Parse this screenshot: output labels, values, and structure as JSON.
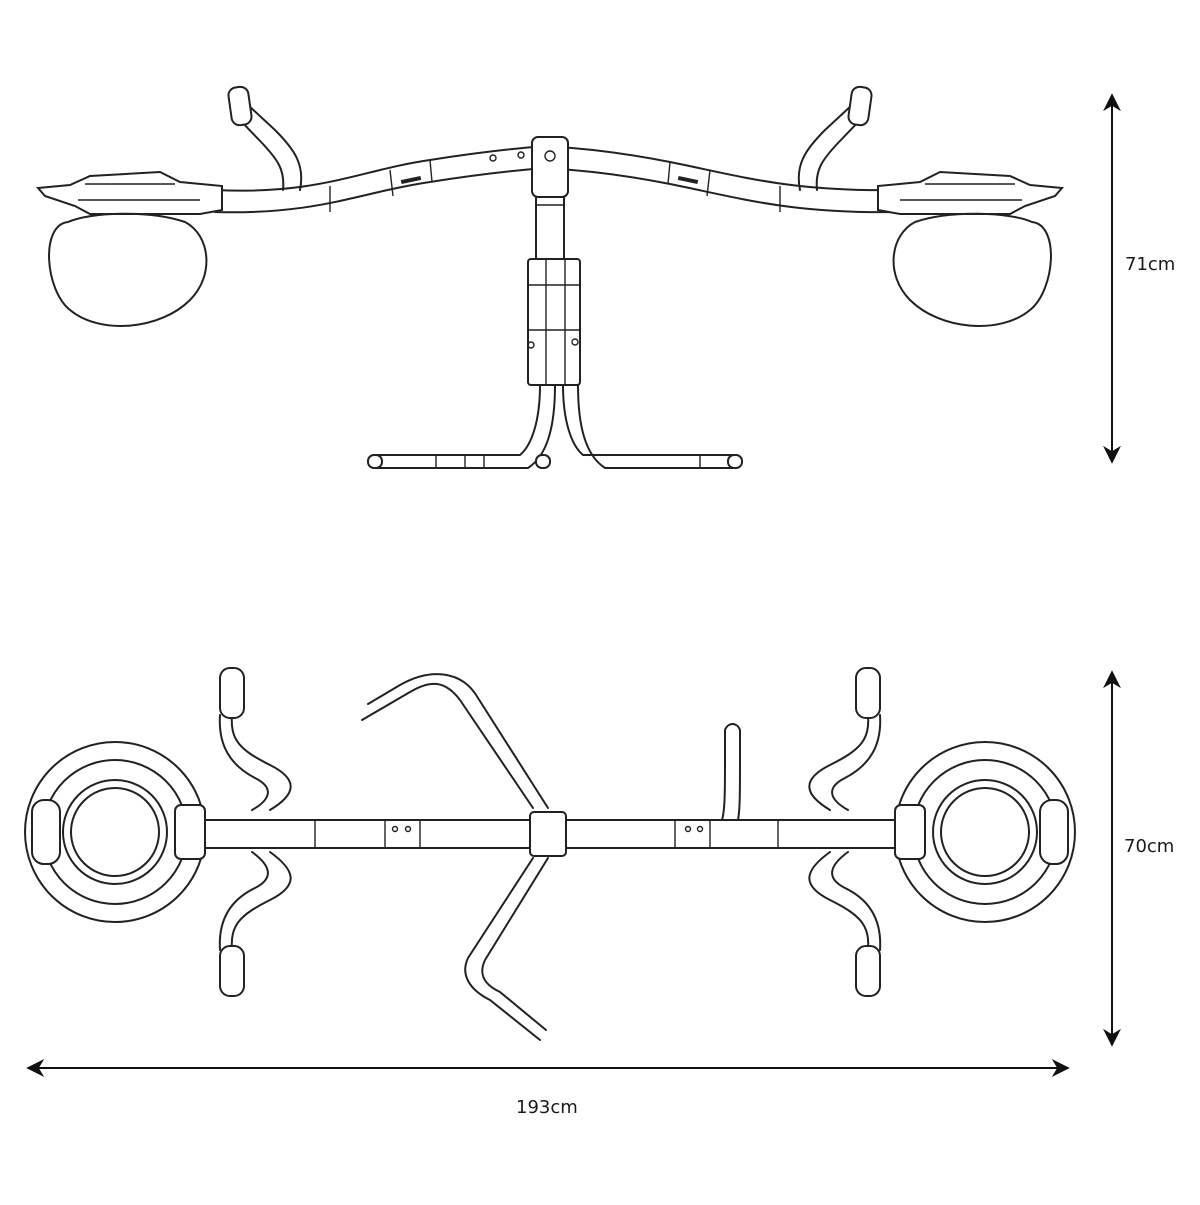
{
  "dimensions": {
    "height": "71cm",
    "depth": "70cm",
    "width": "193cm"
  },
  "icons": {
    "side_view": "seesaw-side-view-drawing",
    "top_view": "seesaw-top-view-drawing",
    "arrow": "double-headed-dimension-arrow"
  }
}
